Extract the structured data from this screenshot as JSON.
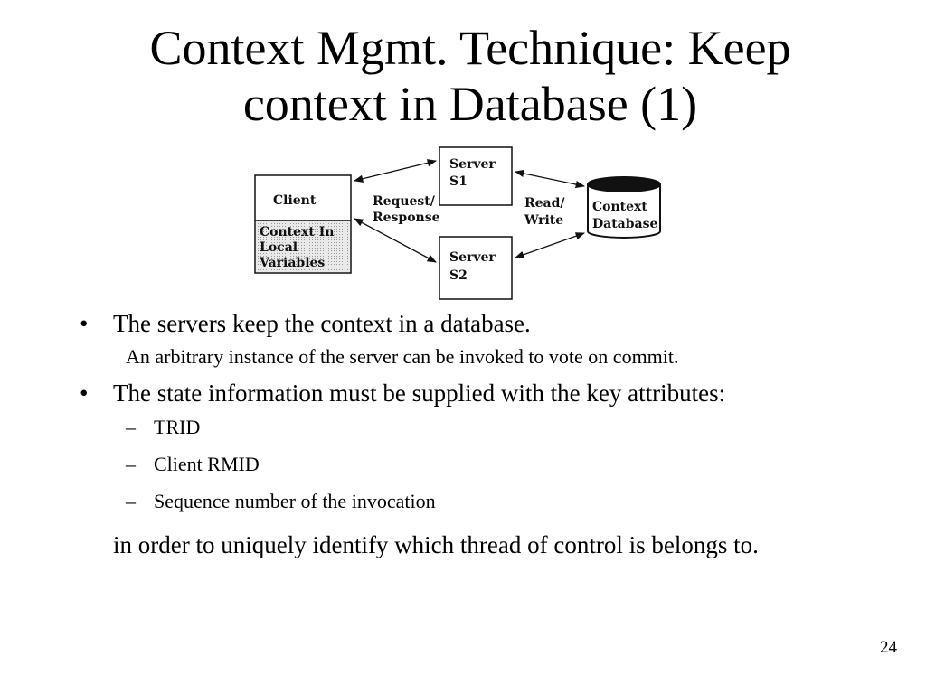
{
  "slide": {
    "title_line1": "Context Mgmt. Technique: Keep",
    "title_line2": "context in Database (1)",
    "page_number": "24"
  },
  "diagram": {
    "client_label": "Client",
    "client_context_lines": [
      "Context In",
      "Local",
      "Variables"
    ],
    "server1_lines": [
      "Server",
      "S1"
    ],
    "server2_lines": [
      "Server",
      "S2"
    ],
    "request_response_lines": [
      "Request/",
      "Response"
    ],
    "read_write_lines": [
      "Read/",
      "Write"
    ],
    "database_lines": [
      "Context",
      "Database"
    ]
  },
  "bullets": [
    {
      "text": "The servers keep the context in a database.",
      "note": "An arbitrary instance of the server can be invoked to vote on commit."
    },
    {
      "text": "The state information must be supplied with the key attributes:",
      "subitems": [
        "TRID",
        "Client RMID",
        "Sequence number of the invocation"
      ],
      "tail": "in order to uniquely identify which thread of control is belongs to."
    }
  ]
}
